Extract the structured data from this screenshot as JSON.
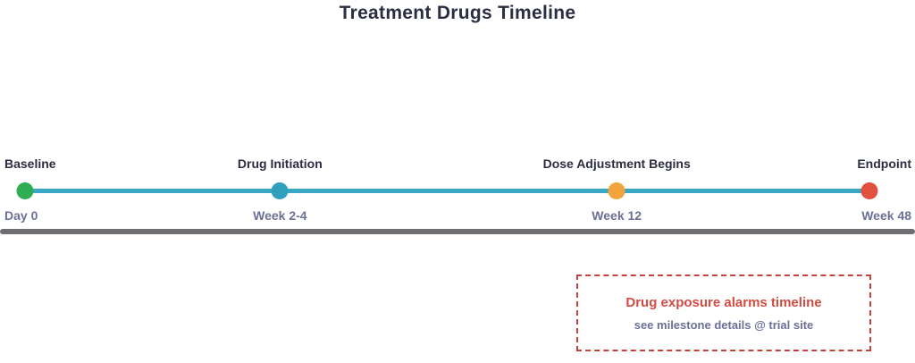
{
  "title": {
    "text": "Treatment Drugs Timeline",
    "color": "#2b2d42"
  },
  "timeline": {
    "line_color": "#3aa7c4",
    "top_label_color": "#2b2d42",
    "bottom_label_color": "#6b7096",
    "milestones": [
      {
        "top_label": "Baseline",
        "bottom_label": "Day 0",
        "color": "#2fad52",
        "position_pct": 2.7
      },
      {
        "top_label": "Drug Initiation",
        "bottom_label": "Week 2-4",
        "color": "#2f9fbe",
        "position_pct": 30.6
      },
      {
        "top_label": "Dose Adjustment Begins",
        "bottom_label": "Week 12",
        "color": "#f2a33c",
        "position_pct": 67.4
      },
      {
        "top_label": "Endpoint",
        "bottom_label": "Week 48",
        "color": "#e2503f",
        "position_pct": 95.0
      }
    ]
  },
  "divider": {
    "color": "#6e6e73"
  },
  "note_box": {
    "border_color": "#c4423a",
    "line1": "Drug exposure alarms timeline",
    "line1_color": "#d34b42",
    "line2": "see milestone details @ trial site",
    "line2_color": "#6b7096"
  }
}
